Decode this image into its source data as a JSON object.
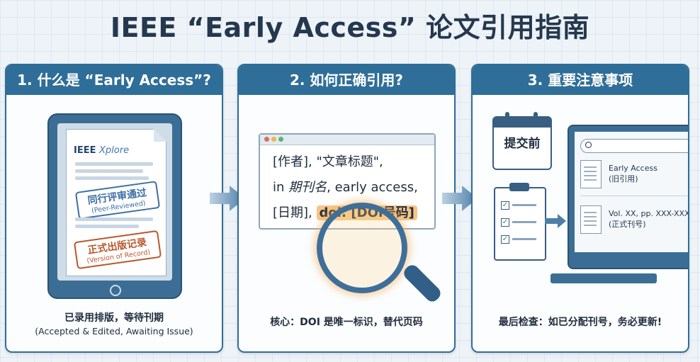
{
  "title": "IEEE “Early Access” 论文引用指南",
  "panels": [
    {
      "heading": "1. 什么是 “Early Access”?",
      "logo_text": "IEEE",
      "logo_italic": "Xplore",
      "stamp1_main": "同行评审通过",
      "stamp1_sub": "(Peer-Reviewed)",
      "stamp2_main": "正式出版记录",
      "stamp2_sub": "(Version of Record)",
      "caption": "已录用排版，等待刊期",
      "caption_sub": "(Accepted & Edited, Awaiting Issue)"
    },
    {
      "heading": "2. 如何正确引用?",
      "line1": "[作者], \"文章标题\",",
      "line2_prefix": "in",
      "line2_journal": "期刊名",
      "line2_suffix": ", early access,",
      "line3_prefix": "[日期],",
      "doi": "doi: [DOI号码]",
      "caption": "核心：DOI 是唯一标识，替代页码"
    },
    {
      "heading": "3. 重要注意事项",
      "calendar_text": "提交前",
      "doc1_line1": "Early Access",
      "doc1_line2": "(旧引用)",
      "doc2_line1": "Vol. XX, pp. XXX-XXX",
      "doc2_line2": "(正式刊号)",
      "caption": "最后检查：如已分配刊号，务必更新!"
    }
  ],
  "colors": {
    "accent": "#2f6e98",
    "highlight": "#f6c586",
    "stamp_blue": "#3b6fa4",
    "stamp_orange": "#b8582e"
  },
  "icons": [
    "tablet-icon",
    "magnifier-icon",
    "calendar-icon",
    "clipboard-icon",
    "monitor-icon",
    "search-icon",
    "document-icon",
    "arrow-right-icon"
  ]
}
